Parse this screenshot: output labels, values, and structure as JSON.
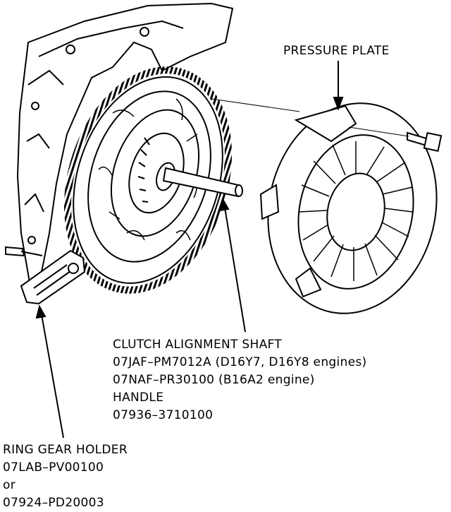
{
  "labels": {
    "pressure_plate": "PRESSURE PLATE",
    "shaft": {
      "title": "CLUTCH ALIGNMENT SHAFT",
      "part1": "07JAF–PM7012A (D16Y7, D16Y8 engines)",
      "part2": "07NAF–PR30100 (B16A2 engine)",
      "handle": "HANDLE",
      "handle_part": "07936–3710100"
    },
    "holder": {
      "title": "RING GEAR HOLDER",
      "part1": "07LAB–PV00100",
      "or": "or",
      "part2": "07924–PD20003"
    }
  }
}
